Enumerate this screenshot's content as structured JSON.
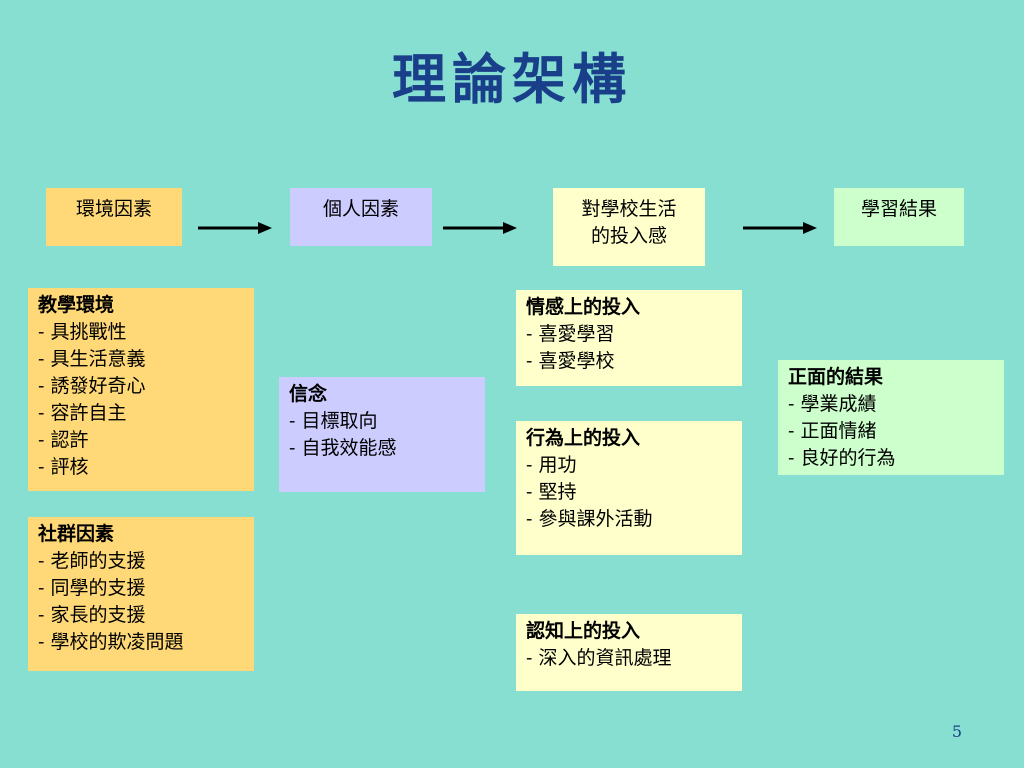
{
  "title": "理論架構",
  "headers": {
    "environment": "環境因素",
    "personal": "個人因素",
    "engagement": "對學校生活的投入感",
    "outcome": "學習結果"
  },
  "details": {
    "teaching_env": {
      "head": "教學環境",
      "items": [
        "- 具挑戰性",
        "- 具生活意義",
        "- 誘發好奇心",
        "- 容許自主",
        "- 認許",
        "- 評核"
      ]
    },
    "community": {
      "head": "社群因素",
      "items": [
        "- 老師的支援",
        "- 同學的支援",
        "- 家長的支援",
        "- 學校的欺凌問題"
      ]
    },
    "belief": {
      "head": "信念",
      "items": [
        "- 目標取向",
        "- 自我效能感"
      ]
    },
    "emotional": {
      "head": "情感上的投入",
      "items": [
        "- 喜愛學習",
        "- 喜愛學校"
      ]
    },
    "behavioral": {
      "head": "行為上的投入",
      "items": [
        "- 用功",
        "- 堅持",
        "- 參與課外活動"
      ]
    },
    "cognitive": {
      "head": "認知上的投入",
      "items": [
        "- 深入的資訊處理"
      ]
    },
    "positive": {
      "head": "正面的結果",
      "items": [
        "- 學業成績",
        "- 正面情緒",
        "- 良好的行為"
      ]
    }
  },
  "page_number": "5",
  "colors": {
    "background": "#86dfd0",
    "title": "#1a3f8a",
    "environment": "#ffd978",
    "personal": "#ccccff",
    "engagement": "#ffffcc",
    "outcome": "#ccffcc"
  }
}
